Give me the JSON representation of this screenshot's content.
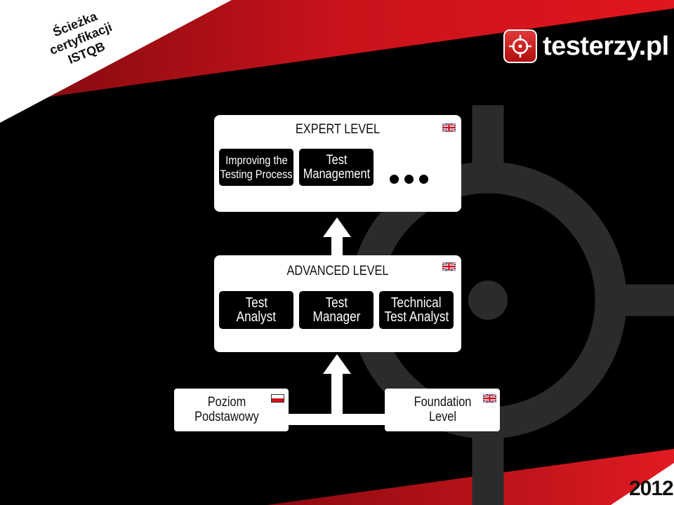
{
  "corner_title": {
    "line1": "Ścieżka",
    "line2": "certyfikacji",
    "line3": "ISTQB"
  },
  "logo": {
    "text": "testerzy.pl"
  },
  "year": "2012",
  "expert": {
    "title": "EXPERT LEVEL",
    "flag": "uk-flag",
    "modules": [
      {
        "line1": "Improving the",
        "line2": "Testing Process"
      },
      {
        "line1": "Test",
        "line2": "Management"
      }
    ],
    "more": "more-dots"
  },
  "advanced": {
    "title": "ADVANCED LEVEL",
    "flag": "uk-flag",
    "modules": [
      {
        "line1": "Test",
        "line2": "Analyst"
      },
      {
        "line1": "Test",
        "line2": "Manager"
      },
      {
        "line1": "Technical",
        "line2": "Test Analyst"
      }
    ]
  },
  "foundation_pl": {
    "line1": "Poziom",
    "line2": "Podstawowy",
    "flag": "pl-flag"
  },
  "foundation_en": {
    "line1": "Foundation",
    "line2": "Level",
    "flag": "uk-flag"
  },
  "colors": {
    "red": "#c8111b",
    "dark_red": "#8e0c10",
    "black": "#000000",
    "white": "#ffffff"
  }
}
